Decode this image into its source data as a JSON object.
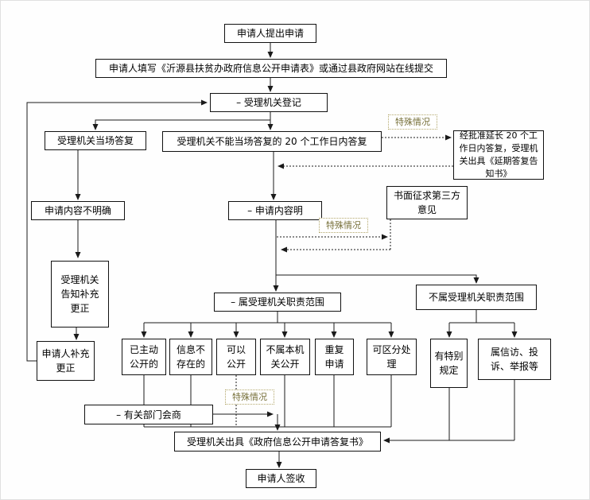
{
  "special_case_label": "特殊情况",
  "nodes": {
    "apply": "申请人提出申请",
    "fill_form": "申请人填写《沂源县扶贫办政府信息公开申请表》或通过县政府网站在线提交",
    "register": "–  受理机关登记",
    "onspot_reply": "受理机关当场答复",
    "within_20_days": "受理机关不能当场答复的 20 个工作日内答复",
    "extension": "经批准延长 20 个工作日内答复，受理机关出具《延期答复告知书》",
    "third_party": "书面征求第三方意见",
    "content_unclear": "申请内容不明确",
    "content_clear": "–  申请内容明",
    "notify_supplement": "受理机关\n告知补充\n更正",
    "applicant_supplement": "申请人补充\n更正",
    "in_scope": "–  属受理机关职责范围",
    "out_of_scope": "不属受理机关职责范围",
    "already_public": "已主动\n公开的",
    "not_exist": "信息不\n存在的",
    "can_disclose": "可以\n公开",
    "other_agency": "不属本机\n关公开",
    "repeated": "重复\n申请",
    "separable": "可区分处\n理",
    "special_rules": "有特别\n规定",
    "petition": "属信访、投\n诉、举报等",
    "consultation": "–  有关部门会商",
    "reply_doc": "受理机关出具《政府信息公开申请答复书》",
    "sign_receipt": "申请人签收"
  }
}
